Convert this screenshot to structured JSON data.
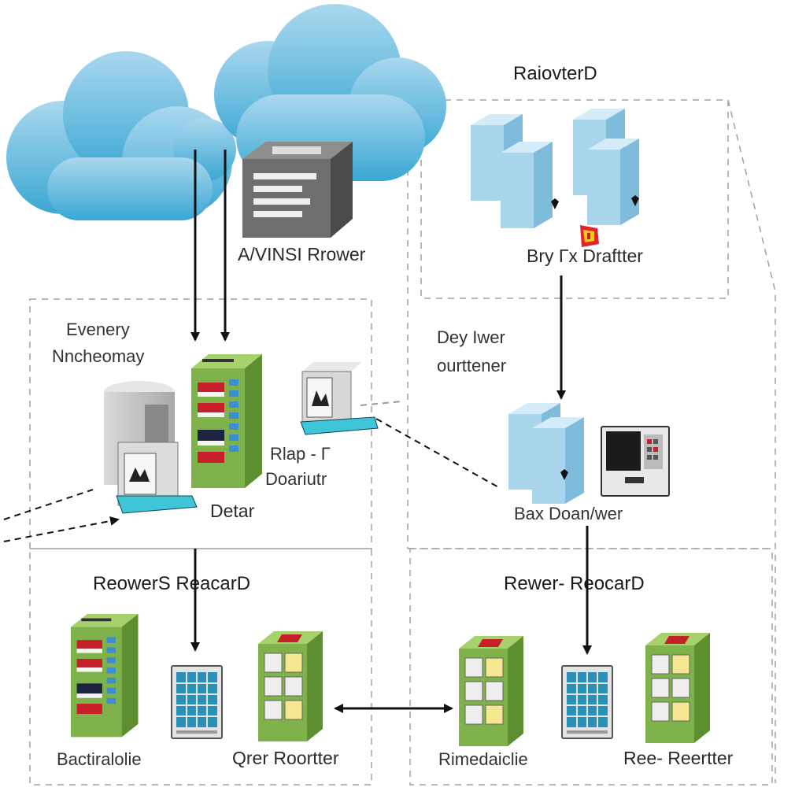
{
  "labels": {
    "ansi_router": "A/VINSI Rrower",
    "raiovterd": "RaiovterD",
    "bry_drafter": "Bry Гx Draftter",
    "evenery": "Evenery",
    "nncheomay": "Nncheomay",
    "rlap": "Rlap - Г",
    "doariutr": "Doariutr",
    "detar": "Detar",
    "dey_iwer": "Dey Iwer",
    "ourttener": "ourttener",
    "bax_doanwer": "Bax Doan/wer",
    "reowers_reacard": "ReowerS ReacarD",
    "rewer_reocard": "Rewer- ReocarD",
    "bactiralolie": "Bactiralolie",
    "qrer_roortter": "Qrer Roortter",
    "rimedaiclie": "Rimedaiclie",
    "ree_reertter": "Ree- Reertter"
  },
  "colors": {
    "cloud": "#5ab4dc",
    "server_green": "#7fb24a",
    "server_blue": "#a9d6ec",
    "accent_red": "#c8202a",
    "base_cyan": "#3ec6d8",
    "dash": "#9a9a9a",
    "arrow": "#111111"
  },
  "icons": {
    "cloud": "cloud-icon",
    "router": "router-icon",
    "server": "server-rack-icon",
    "monitor": "monitor-icon",
    "panel": "panel-icon",
    "badge": "warning-badge-icon"
  }
}
